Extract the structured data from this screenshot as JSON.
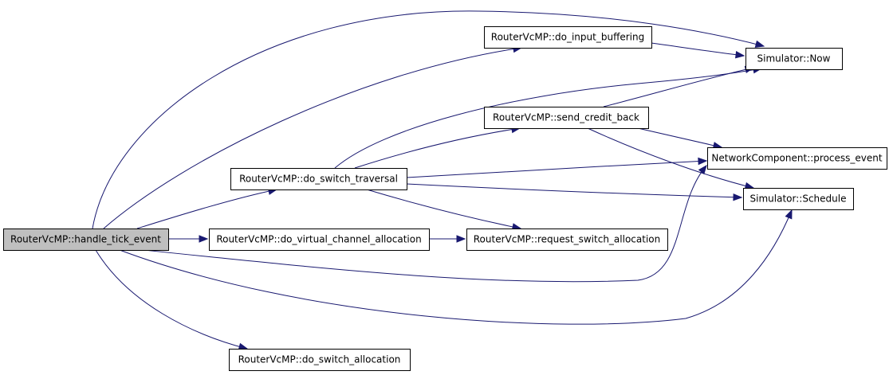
{
  "diagram": {
    "nodes": [
      {
        "id": "handle_tick_event",
        "label": "RouterVcMP::handle_tick_event",
        "root": true
      },
      {
        "id": "do_input_buffering",
        "label": "RouterVcMP::do_input_buffering"
      },
      {
        "id": "now",
        "label": "Simulator::Now"
      },
      {
        "id": "send_credit_back",
        "label": "RouterVcMP::send_credit_back"
      },
      {
        "id": "process_event",
        "label": "NetworkComponent::process_event"
      },
      {
        "id": "do_switch_traversal",
        "label": "RouterVcMP::do_switch_traversal"
      },
      {
        "id": "schedule",
        "label": "Simulator::Schedule"
      },
      {
        "id": "do_virtual_channel_allocation",
        "label": "RouterVcMP::do_virtual_channel_allocation"
      },
      {
        "id": "request_switch_allocation",
        "label": "RouterVcMP::request_switch_allocation"
      },
      {
        "id": "do_switch_allocation",
        "label": "RouterVcMP::do_switch_allocation"
      }
    ],
    "edges": [
      {
        "from": "handle_tick_event",
        "to": "now"
      },
      {
        "from": "handle_tick_event",
        "to": "do_input_buffering"
      },
      {
        "from": "handle_tick_event",
        "to": "do_switch_traversal"
      },
      {
        "from": "handle_tick_event",
        "to": "do_virtual_channel_allocation"
      },
      {
        "from": "handle_tick_event",
        "to": "process_event"
      },
      {
        "from": "handle_tick_event",
        "to": "schedule"
      },
      {
        "from": "handle_tick_event",
        "to": "do_switch_allocation"
      },
      {
        "from": "do_input_buffering",
        "to": "now"
      },
      {
        "from": "do_switch_traversal",
        "to": "now"
      },
      {
        "from": "do_switch_traversal",
        "to": "send_credit_back"
      },
      {
        "from": "do_switch_traversal",
        "to": "process_event"
      },
      {
        "from": "do_switch_traversal",
        "to": "schedule"
      },
      {
        "from": "do_switch_traversal",
        "to": "request_switch_allocation"
      },
      {
        "from": "send_credit_back",
        "to": "now"
      },
      {
        "from": "send_credit_back",
        "to": "process_event"
      },
      {
        "from": "send_credit_back",
        "to": "schedule"
      },
      {
        "from": "do_virtual_channel_allocation",
        "to": "request_switch_allocation"
      }
    ]
  }
}
